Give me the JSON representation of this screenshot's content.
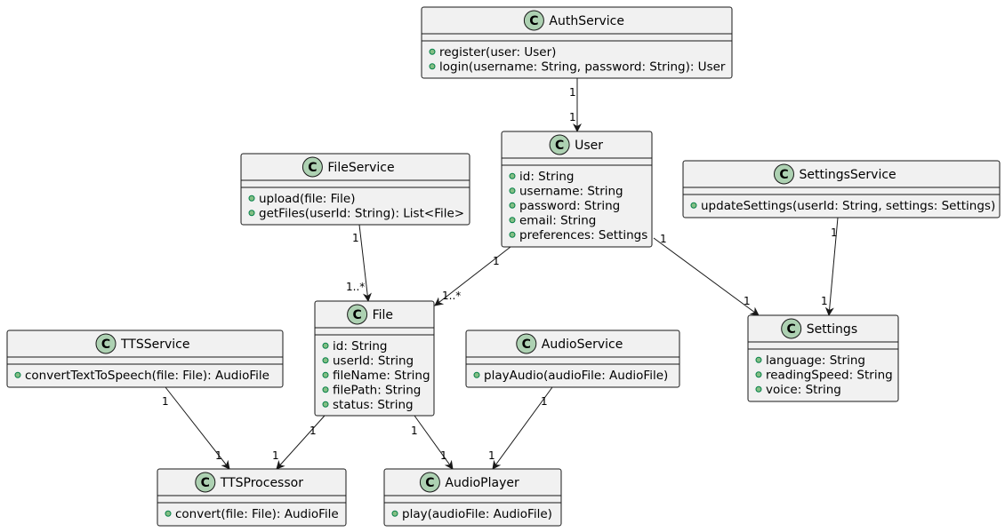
{
  "colors": {
    "class_fill": "#f1f1f1",
    "class_border": "#181818",
    "stereotype_circle": "#add1b2",
    "stereotype_letter": "#000000",
    "public_marker": "#84be84",
    "line": "#181818"
  },
  "stereotype_letter": "C",
  "classes": [
    {
      "id": "authservice",
      "name": "AuthService",
      "members": [
        "register(user: User)",
        "login(username: String, password: String): User"
      ]
    },
    {
      "id": "user",
      "name": "User",
      "members": [
        "id: String",
        "username: String",
        "password: String",
        "email: String",
        "preferences: Settings"
      ]
    },
    {
      "id": "fileservice",
      "name": "FileService",
      "members": [
        "upload(file: File)",
        "getFiles(userId: String): List<File>"
      ]
    },
    {
      "id": "settingsservice",
      "name": "SettingsService",
      "members": [
        "updateSettings(userId: String, settings: Settings)"
      ]
    },
    {
      "id": "file",
      "name": "File",
      "members": [
        "id: String",
        "userId: String",
        "fileName: String",
        "filePath: String",
        "status: String"
      ]
    },
    {
      "id": "settings",
      "name": "Settings",
      "members": [
        "language: String",
        "readingSpeed: String",
        "voice: String"
      ]
    },
    {
      "id": "ttsservice",
      "name": "TTSService",
      "members": [
        "convertTextToSpeech(file: File): AudioFile"
      ]
    },
    {
      "id": "audioservice",
      "name": "AudioService",
      "members": [
        "playAudio(audioFile: AudioFile)"
      ]
    },
    {
      "id": "ttsprocessor",
      "name": "TTSProcessor",
      "members": [
        "convert(file: File): AudioFile"
      ]
    },
    {
      "id": "audioplayer",
      "name": "AudioPlayer",
      "members": [
        "play(audioFile: AudioFile)"
      ]
    }
  ],
  "associations": [
    {
      "id": "authservice-user",
      "from": "AuthService",
      "to": "User",
      "from_mult": "1",
      "to_mult": "1"
    },
    {
      "id": "fileservice-file",
      "from": "FileService",
      "to": "File",
      "from_mult": "1",
      "to_mult": "1..*"
    },
    {
      "id": "user-file",
      "from": "User",
      "to": "File",
      "from_mult": "1",
      "to_mult": "1..*"
    },
    {
      "id": "user-settings",
      "from": "User",
      "to": "Settings",
      "from_mult": "1",
      "to_mult": "1"
    },
    {
      "id": "settingsservice-settings",
      "from": "SettingsService",
      "to": "Settings",
      "from_mult": "1",
      "to_mult": "1"
    },
    {
      "id": "ttsservice-ttsprocessor",
      "from": "TTSService",
      "to": "TTSProcessor",
      "from_mult": "1",
      "to_mult": "1"
    },
    {
      "id": "file-ttsprocessor",
      "from": "File",
      "to": "TTSProcessor",
      "from_mult": "1",
      "to_mult": "1"
    },
    {
      "id": "file-audioplayer",
      "from": "File",
      "to": "AudioPlayer",
      "from_mult": "1",
      "to_mult": "1"
    },
    {
      "id": "audioservice-audioplayer",
      "from": "AudioService",
      "to": "AudioPlayer",
      "from_mult": "1",
      "to_mult": "1"
    }
  ]
}
